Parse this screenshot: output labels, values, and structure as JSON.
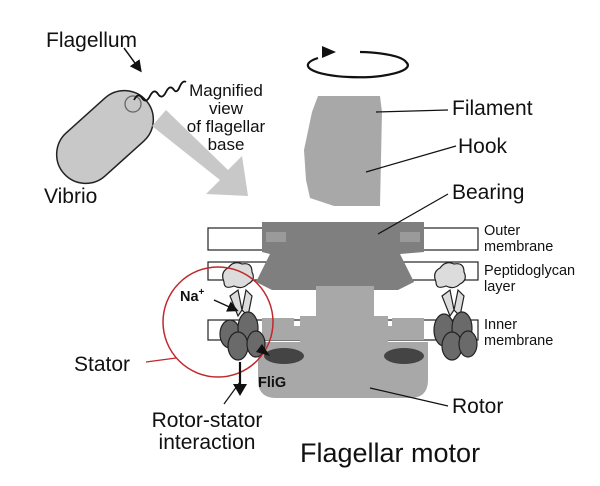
{
  "labels": {
    "flagellum": "Flagellum",
    "vibrio": "Vibrio",
    "magnified_line1": "Magnified",
    "magnified_line2": "view",
    "magnified_line3": "of flagellar",
    "magnified_line4": "base",
    "filament": "Filament",
    "hook": "Hook",
    "bearing": "Bearing",
    "outer_membrane_line1": "Outer",
    "outer_membrane_line2": "membrane",
    "peptidoglycan_line1": "Peptidoglycan",
    "peptidoglycan_line2": "layer",
    "inner_membrane_line1": "Inner",
    "inner_membrane_line2": "membrane",
    "na": "Na",
    "na_charge": "+",
    "stator": "Stator",
    "flig": "FliG",
    "rotor": "Rotor",
    "rotor_stator_line1": "Rotor-stator",
    "rotor_stator_line2": "interaction",
    "motor_title": "Flagellar motor"
  },
  "colors": {
    "motor_gray": "#a8a8a8",
    "bearing_gray": "#7f7f7f",
    "stator_dark": "#6a6a6a",
    "highlight_circle": "#c0282d",
    "membrane_fill": "#ffffff",
    "arrow_fill": "#c8c8c8"
  }
}
